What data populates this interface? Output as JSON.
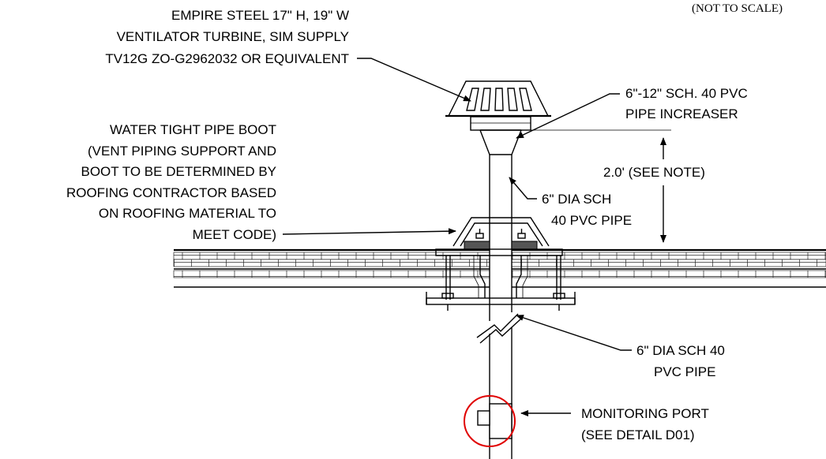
{
  "scale_note": "(NOT TO SCALE)",
  "labels": {
    "turbine": [
      "EMPIRE STEEL 17\" H, 19\" W",
      "VENTILATOR TURBINE, SIM SUPPLY",
      "TV12G ZO-G2962032 OR EQUIVALENT"
    ],
    "boot": [
      "WATER TIGHT PIPE BOOT",
      "(VENT PIPING SUPPORT AND",
      "BOOT TO BE DETERMINED BY",
      "ROOFING CONTRACTOR BASED",
      "ON ROOFING MATERIAL TO",
      "MEET CODE)"
    ],
    "increaser": [
      "6\"-12\" SCH. 40 PVC",
      "PIPE INCREASER"
    ],
    "dimension": "2.0' (SEE NOTE)",
    "pipe_upper": [
      "6\" DIA SCH",
      "40 PVC PIPE"
    ],
    "pipe_lower": [
      "6\" DIA SCH 40",
      "PVC PIPE"
    ],
    "port": [
      "MONITORING PORT",
      "(SEE DETAIL D01)"
    ]
  },
  "colors": {
    "line": "#000000",
    "highlight": "#e00000",
    "background": "#ffffff"
  }
}
